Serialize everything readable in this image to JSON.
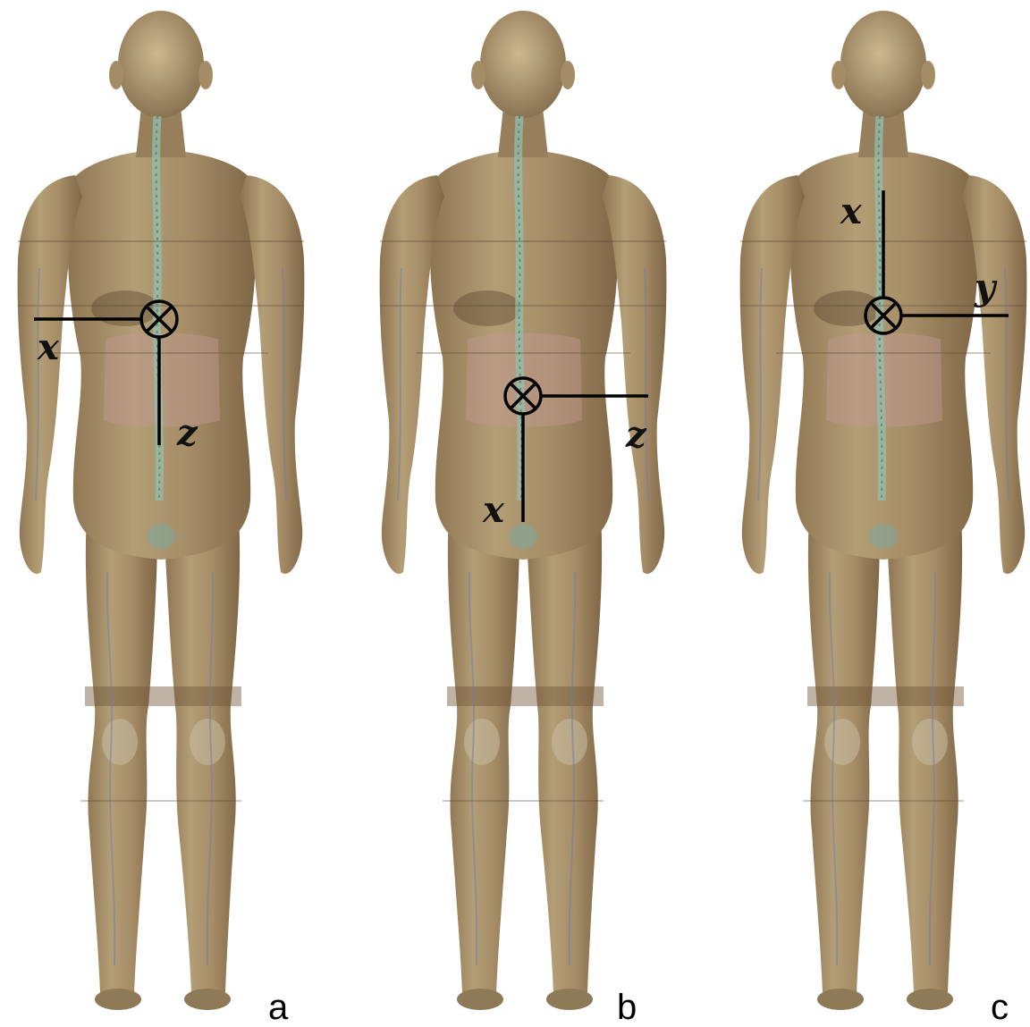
{
  "colors": {
    "background": "#ffffff",
    "skin": "#a8916a",
    "skin_dark": "#7d6344",
    "skin_light": "#cdbb93",
    "spine": "#8fb8a6",
    "abdomen": "#b88f8a",
    "axis_line": "#000000"
  },
  "panels": [
    {
      "label": "a",
      "axes": {
        "horizontal": "x",
        "vertical": "z"
      },
      "center_symbol": "into-page-cross-circle"
    },
    {
      "label": "b",
      "axes": {
        "horizontal": "z",
        "vertical": "x"
      },
      "center_symbol": "into-page-cross-circle"
    },
    {
      "label": "c",
      "axes": {
        "horizontal": "y",
        "vertical": "x"
      },
      "center_symbol": "into-page-cross-circle"
    }
  ]
}
